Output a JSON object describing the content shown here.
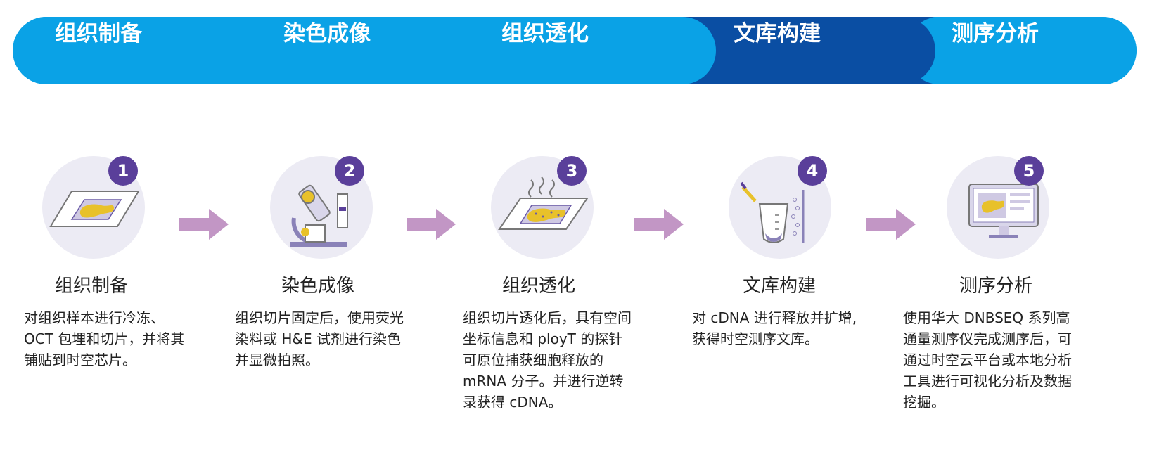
{
  "banner": {
    "stages": [
      {
        "label": "组织制备"
      },
      {
        "label": "染色成像"
      },
      {
        "label": "组织透化"
      },
      {
        "label": "文库构建"
      },
      {
        "label": "测序分析"
      }
    ],
    "colors": {
      "light": "#0aa2e6",
      "dark": "#0a4ea3"
    }
  },
  "steps": [
    {
      "number": "1",
      "title": "组织制备",
      "description": "对组织样本进行冷冻、OCT 包埋和切片，并将其铺贴到时空芯片。",
      "icon": "tissue-slide-icon"
    },
    {
      "number": "2",
      "title": "染色成像",
      "description": "组织切片固定后，使用荧光染料或 H&E 试剂进行染色并显微拍照。",
      "icon": "microscope-icon"
    },
    {
      "number": "3",
      "title": "组织透化",
      "description": "组织切片透化后，具有空间坐标信息和 ployT 的探针可原位捕获细胞释放的 mRNA 分子。并进行逆转录获得 cDNA。",
      "icon": "permeabilized-tissue-icon"
    },
    {
      "number": "4",
      "title": "文库构建",
      "description": "对 cDNA 进行释放并扩增,获得时空测序文库。",
      "icon": "test-tube-icon"
    },
    {
      "number": "5",
      "title": "测序分析",
      "description": "使用华大 DNBSEQ 系列高通量测序仪完成测序后，可通过时空云平台或本地分析工具进行可视化分析及数据挖掘。",
      "icon": "monitor-icon"
    }
  ],
  "colors": {
    "badge": "#5a3f9a",
    "circle": "#ecebf4",
    "arrow": "#c296c5",
    "tissue": "#e8c12a"
  }
}
